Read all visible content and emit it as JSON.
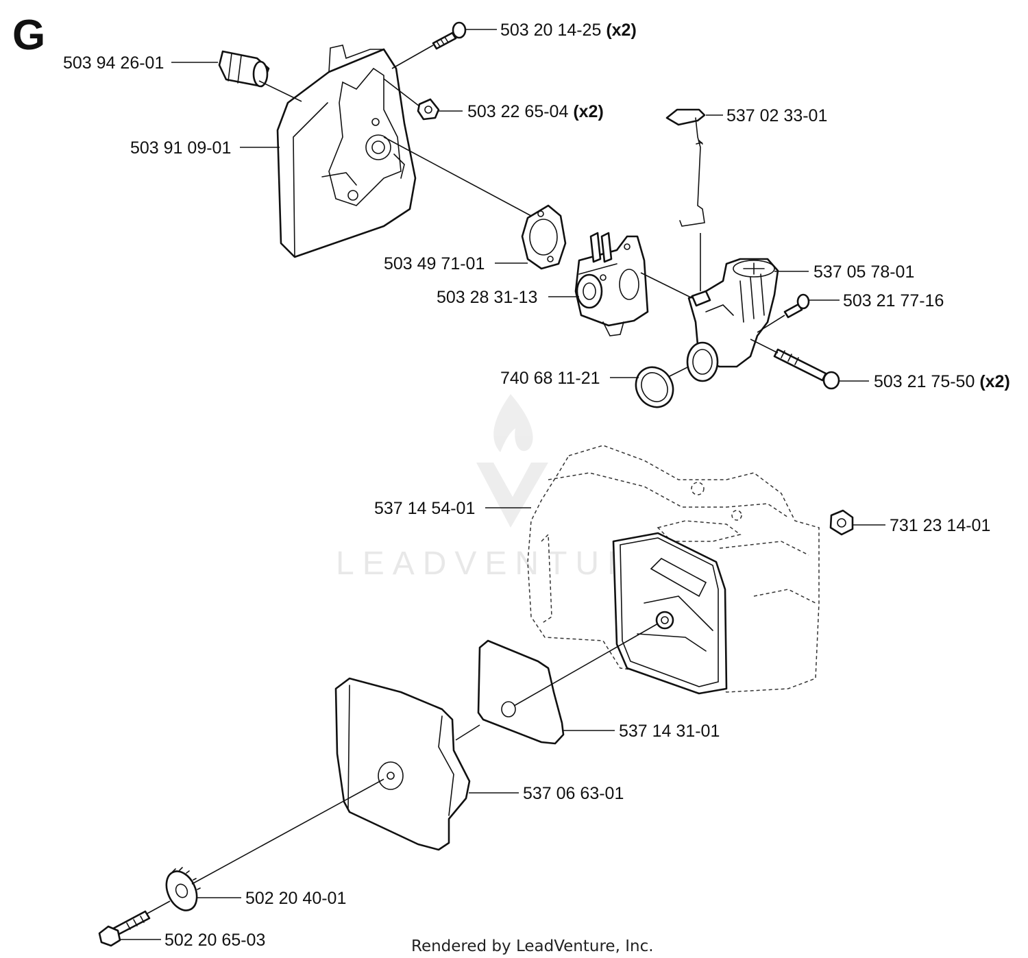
{
  "section_letter": "G",
  "watermark": "LEADVENTURE",
  "footer": "Rendered by LeadVenture, Inc.",
  "callouts": [
    {
      "part_no": "503 20 14-25",
      "qty": "(x2)"
    },
    {
      "part_no": "503 94 26-01",
      "qty": ""
    },
    {
      "part_no": "503 22 65-04",
      "qty": "(x2)"
    },
    {
      "part_no": "537 02 33-01",
      "qty": ""
    },
    {
      "part_no": "503 91 09-01",
      "qty": ""
    },
    {
      "part_no": "503 49 71-01",
      "qty": ""
    },
    {
      "part_no": "537 05 78-01",
      "qty": ""
    },
    {
      "part_no": "503 28 31-13",
      "qty": ""
    },
    {
      "part_no": "503 21 77-16",
      "qty": ""
    },
    {
      "part_no": "740 68 11-21",
      "qty": ""
    },
    {
      "part_no": "503 21 75-50",
      "qty": "(x2)"
    },
    {
      "part_no": "537 14 54-01",
      "qty": ""
    },
    {
      "part_no": "731 23 14-01",
      "qty": ""
    },
    {
      "part_no": "537 14 31-01",
      "qty": ""
    },
    {
      "part_no": "537 06 63-01",
      "qty": ""
    },
    {
      "part_no": "502 20 40-01",
      "qty": ""
    },
    {
      "part_no": "502 20 65-03",
      "qty": ""
    }
  ]
}
